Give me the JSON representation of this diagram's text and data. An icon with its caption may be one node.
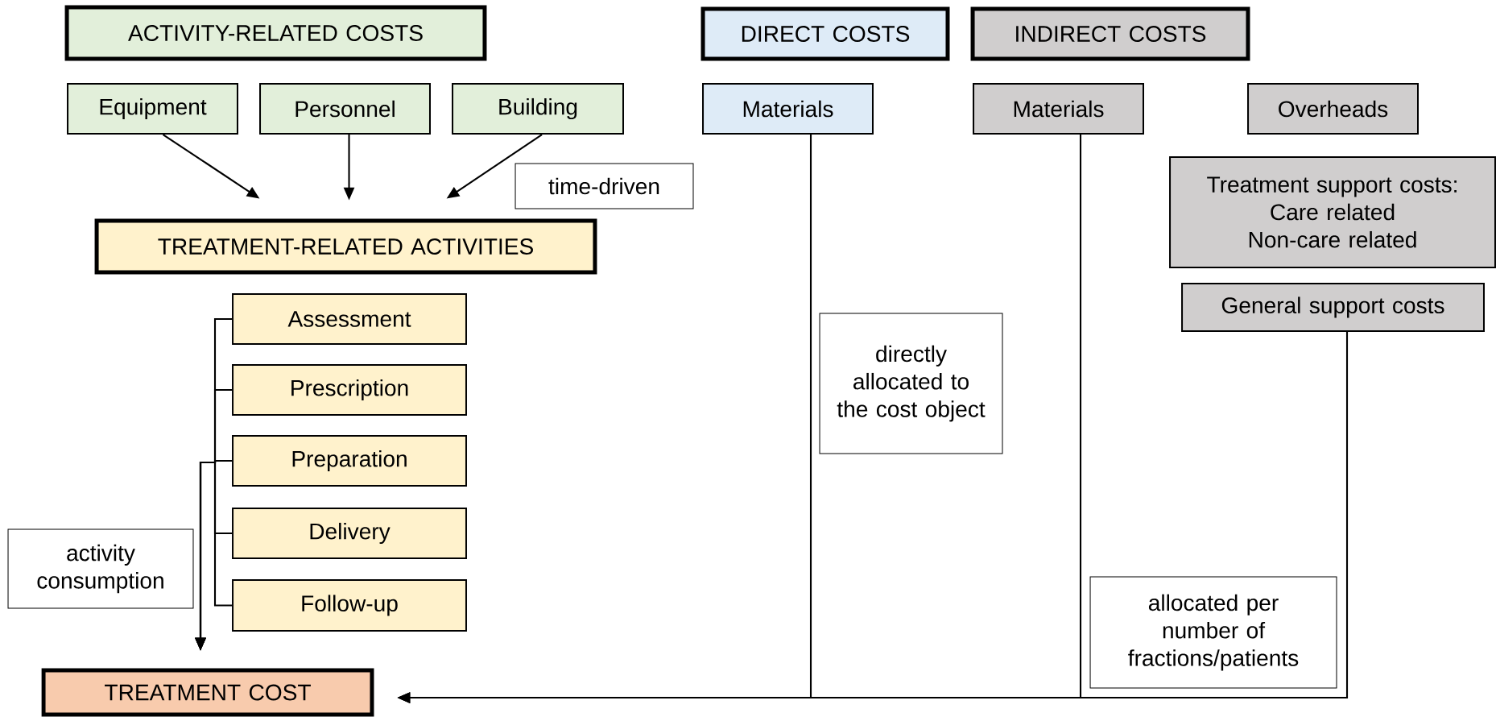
{
  "diagram": {
    "nodes": [
      {
        "text": [
          "ACTIVITY-RELATED COSTS"
        ]
      },
      {
        "text": [
          "DIRECT COSTS"
        ]
      },
      {
        "text": [
          "INDIRECT COSTS"
        ]
      },
      {
        "text": [
          "Equipment"
        ]
      },
      {
        "text": [
          "Personnel"
        ]
      },
      {
        "text": [
          "Building"
        ]
      },
      {
        "text": [
          "Materials"
        ]
      },
      {
        "text": [
          "Materials"
        ]
      },
      {
        "text": [
          "Overheads"
        ]
      },
      {
        "text": [
          "time-driven"
        ]
      },
      {
        "text": [
          "Treatment support costs:",
          "Care related",
          "Non-care related"
        ]
      },
      {
        "text": [
          "TREATMENT-RELATED ACTIVITIES"
        ]
      },
      {
        "text": [
          "General support costs"
        ]
      },
      {
        "text": [
          "Assessment"
        ]
      },
      {
        "text": [
          "Prescription"
        ]
      },
      {
        "text": [
          "Preparation"
        ]
      },
      {
        "text": [
          "Delivery"
        ]
      },
      {
        "text": [
          "Follow-up"
        ]
      },
      {
        "text": [
          "directly allocated to the cost object"
        ]
      },
      {
        "text": [
          "activity consumption"
        ]
      },
      {
        "text": [
          "allocated per number of fractions/patients"
        ]
      },
      {
        "text": [
          "TREATMENT COST"
        ]
      }
    ],
    "edges": [
      {
        "from": 3,
        "to": 11,
        "arrow": "to"
      },
      {
        "from": 4,
        "to": 11,
        "arrow": "to"
      },
      {
        "from": 5,
        "to": 11,
        "arrow": "to"
      },
      {
        "from": 13,
        "to": 21,
        "arrow": "to"
      },
      {
        "from": 14,
        "to": 21,
        "arrow": "to"
      },
      {
        "from": 15,
        "to": 21,
        "arrow": "to"
      },
      {
        "from": 16,
        "to": 21,
        "arrow": "to"
      },
      {
        "from": 17,
        "to": 21,
        "arrow": "to"
      },
      {
        "from": 6,
        "to": 21,
        "arrow": "to"
      },
      {
        "from": 7,
        "to": 21,
        "arrow": "to"
      },
      {
        "from": 12,
        "to": 21,
        "arrow": "to"
      }
    ]
  }
}
